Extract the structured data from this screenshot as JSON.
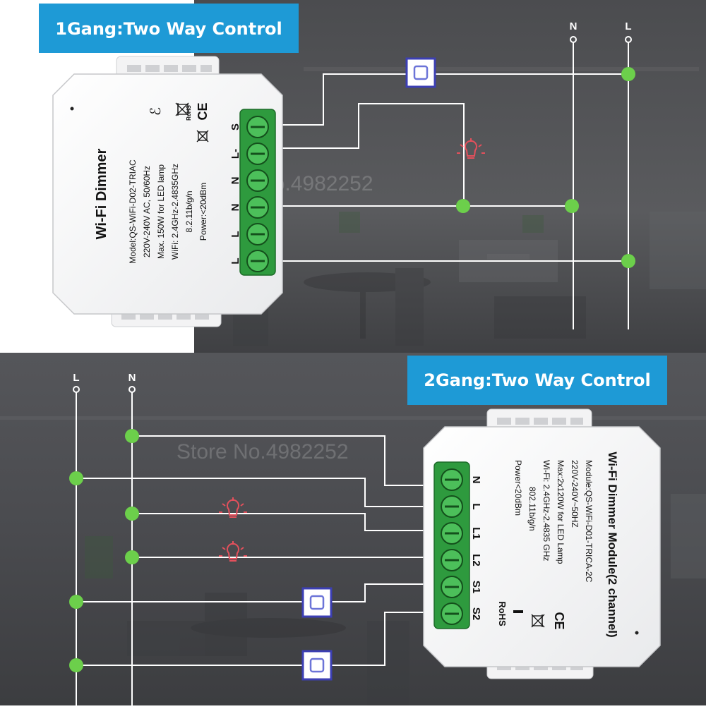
{
  "top_panel": {
    "title": "1Gang:Two Way Control",
    "bus_labels": [
      "N",
      "L"
    ],
    "device": {
      "name": "Wi-Fi Dimmer",
      "specs": [
        "Model:QS-WiFi-D02-TRIAC",
        "220V-240V AC, 50/60Hz",
        "Max. 150W for LED lamp",
        "WiFi: 2.4GHz-2.4835GHz",
        "8.2.11b/g/n",
        "Power:<20dBm"
      ],
      "terminals": [
        "S",
        "L-",
        "N",
        "N",
        "L",
        "L"
      ],
      "cert_marks": [
        "ℰ",
        "RoHS",
        "CE"
      ]
    }
  },
  "bottom_panel": {
    "title": "2Gang:Two Way Control",
    "bus_labels": [
      "L",
      "N"
    ],
    "device": {
      "name": "Wi-Fi Dimmer Module(2 channel)",
      "specs": [
        "Module:QS-WiFi-D01-TRICA-2C",
        "220V-240V~50HZ",
        "Max:2x120W for LED Lamp",
        "Wi-Fi: 2.4GHz-2.4835 GHz",
        "802.11b/g/n",
        "Power<20dBm"
      ],
      "terminals": [
        "N",
        "L",
        "L1",
        "L2",
        "S1",
        "S2"
      ],
      "cert_marks": [
        "RoHS",
        "CE"
      ]
    }
  },
  "watermark": "Store No.4982252",
  "colors": {
    "banner": "#1e9ad6",
    "wire": "#ffffff",
    "junction": "#6ccf4b",
    "switch_border": "#3c3fb4",
    "switch_fill": "#6c74d8",
    "lamp": "#e4505c",
    "terminal_green": "#2e9a3e"
  }
}
